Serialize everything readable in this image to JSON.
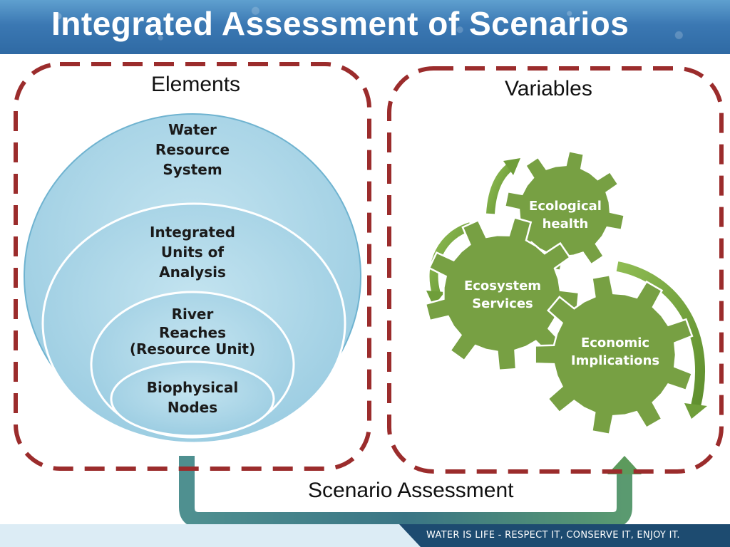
{
  "title": "Integrated Assessment of Scenarios",
  "elements_panel": {
    "heading": "Elements",
    "circles": [
      {
        "lines": [
          "Water",
          "Resource",
          "System"
        ]
      },
      {
        "lines": [
          "Integrated",
          "Units of",
          "Analysis"
        ]
      },
      {
        "lines": [
          "River",
          "Reaches",
          "(Resource Unit)"
        ]
      },
      {
        "lines": [
          "Biophysical",
          "Nodes"
        ]
      }
    ]
  },
  "variables_panel": {
    "heading": "Variables",
    "gears": [
      {
        "lines": [
          "Ecological",
          "health"
        ]
      },
      {
        "lines": [
          "Ecosystem",
          "Services"
        ]
      },
      {
        "lines": [
          "Economic",
          "Implications"
        ]
      }
    ]
  },
  "connector_label": "Scenario Assessment",
  "footer": "WATER IS LIFE - RESPECT IT, CONSERVE IT, ENJOY IT.",
  "colors": {
    "title_bar": "#3b78b3",
    "circle_fill": "#a9d5e6",
    "circle_stroke": "#6fb3d0",
    "dash_border": "#9b2c2c",
    "gear_fill": "#77a043",
    "arrow_green": "#6f9e3a",
    "connector": "#3f7f86",
    "footer_dark": "#1d4b70"
  }
}
